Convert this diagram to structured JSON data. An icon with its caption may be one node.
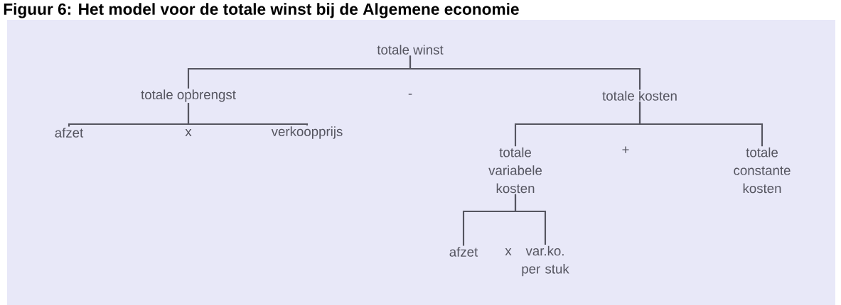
{
  "diagram": {
    "title": "Figuur 6: Het model voor de totale winst bij de Algemene economie",
    "nodes": [
      {
        "text": [
          "totale winst"
        ]
      },
      {
        "text": [
          "totale opbrengst"
        ]
      },
      {
        "text": [
          "totale kosten"
        ]
      },
      {
        "text": [
          "afzet"
        ]
      },
      {
        "text": [
          "verkoopprijs"
        ]
      },
      {
        "text": [
          "totale variabele kosten"
        ]
      },
      {
        "text": [
          "totale constante kosten"
        ]
      },
      {
        "text": [
          "afzet"
        ]
      },
      {
        "text": [
          "var.ko. per stuk"
        ]
      }
    ],
    "edges": [
      {
        "from": 0,
        "to": 1,
        "arrow": "none"
      },
      {
        "from": 0,
        "to": 2,
        "arrow": "none"
      },
      {
        "from": 1,
        "to": 3,
        "arrow": "none"
      },
      {
        "from": 1,
        "to": 4,
        "arrow": "none"
      },
      {
        "from": 2,
        "to": 5,
        "arrow": "none"
      },
      {
        "from": 2,
        "to": 6,
        "arrow": "none"
      },
      {
        "from": 5,
        "to": 7,
        "arrow": "none"
      },
      {
        "from": 5,
        "to": 8,
        "arrow": "none"
      }
    ],
    "labels": [
      "-",
      "x",
      "+",
      "x"
    ]
  }
}
